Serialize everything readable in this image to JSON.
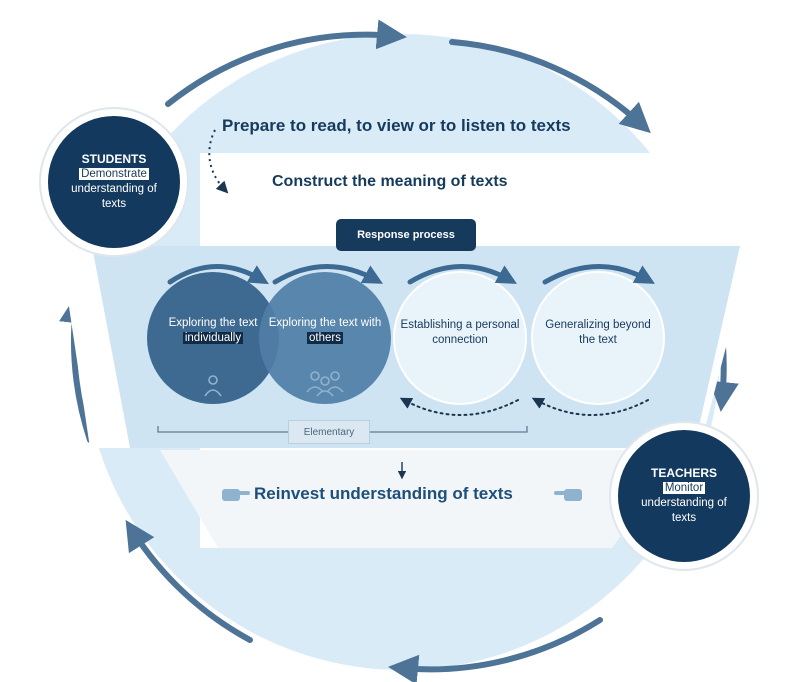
{
  "header": {
    "prepare": "Prepare to read, to view or to listen to texts",
    "construct": "Construct the meaning of texts"
  },
  "response_process": "Response process",
  "circles": [
    {
      "pre": "Exploring the text",
      "highlight": "individually",
      "post": ""
    },
    {
      "pre": "Exploring the text with",
      "highlight": "others",
      "post": ""
    },
    {
      "pre": "Establishing a personal connection",
      "highlight": "",
      "post": ""
    },
    {
      "pre": "Generalizing beyond the text",
      "highlight": "",
      "post": ""
    }
  ],
  "elementary": "Elementary",
  "reinvest": "Reinvest understanding of texts",
  "students": {
    "title": "STUDENTS",
    "highlight": "Demonstrate",
    "rest": "understanding of texts"
  },
  "teachers": {
    "title": "TEACHERS",
    "highlight": "Monitor",
    "rest": "understanding of texts"
  },
  "colors": {
    "navy": "#163a5c",
    "ring": "#d8ebf7",
    "ring_arrow": "#4d7397",
    "circle_dark": "#3e6a92",
    "circle_mid": "#4f7ea6",
    "circle_light": "#e9f3fa",
    "band": "#cfe4f3"
  },
  "icons": [
    "person-icon",
    "group-icon",
    "pointing-hand-left-icon",
    "pointing-hand-right-icon"
  ]
}
